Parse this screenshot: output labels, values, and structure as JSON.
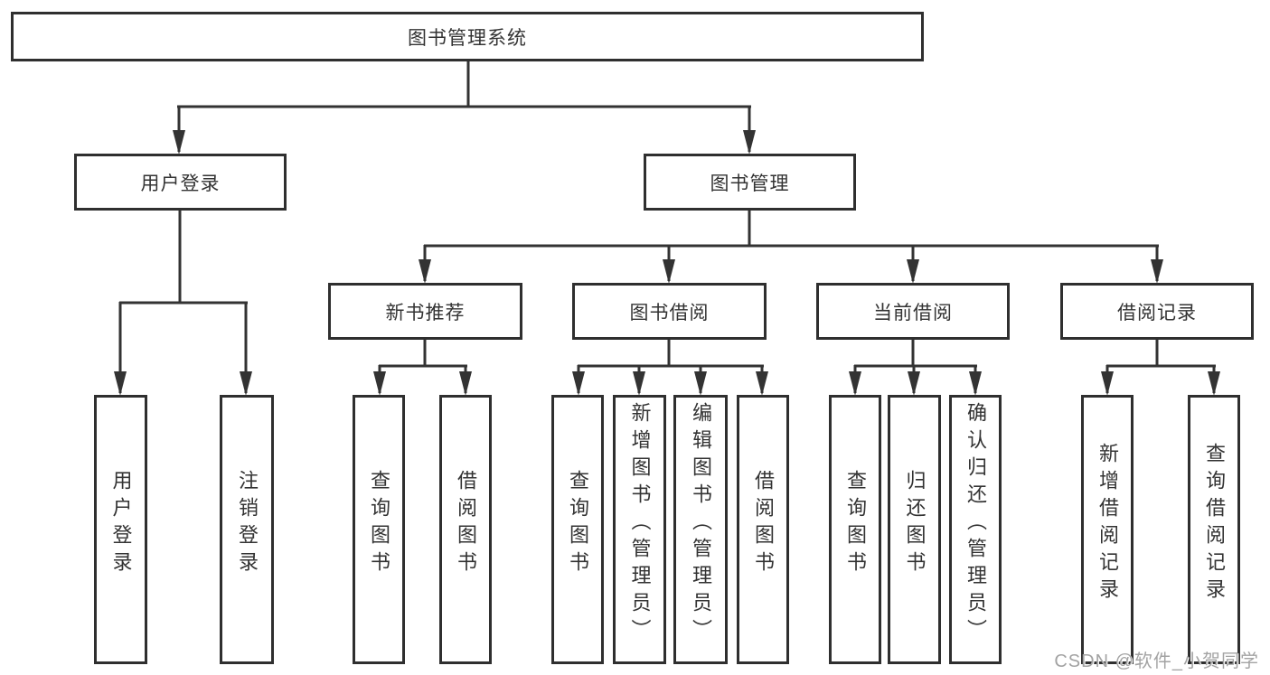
{
  "diagram": {
    "root": {
      "label": "图书管理系统"
    },
    "branches": [
      {
        "label": "用户登录",
        "children": [
          {
            "label": "用户登录"
          },
          {
            "label": "注销登录"
          }
        ]
      },
      {
        "label": "图书管理",
        "children": [
          {
            "label": "新书推荐",
            "children": [
              {
                "label": "查询图书"
              },
              {
                "label": "借阅图书"
              }
            ]
          },
          {
            "label": "图书借阅",
            "children": [
              {
                "label": "查询图书"
              },
              {
                "label": "新增图书（管理员）"
              },
              {
                "label": "编辑图书（管理员）"
              },
              {
                "label": "借阅图书"
              }
            ]
          },
          {
            "label": "当前借阅",
            "children": [
              {
                "label": "查询图书"
              },
              {
                "label": "归还图书"
              },
              {
                "label": "确认归还（管理员）"
              }
            ]
          },
          {
            "label": "借阅记录",
            "children": [
              {
                "label": "新增借阅记录"
              },
              {
                "label": "查询借阅记录"
              }
            ]
          }
        ]
      }
    ]
  },
  "watermark": {
    "text": "CSDN @软件_小贺同学"
  },
  "colors": {
    "line": "#333333",
    "border": "#2f2f2f",
    "text": "#333333",
    "background": "#ffffff",
    "watermark": "#a3a3a3"
  }
}
